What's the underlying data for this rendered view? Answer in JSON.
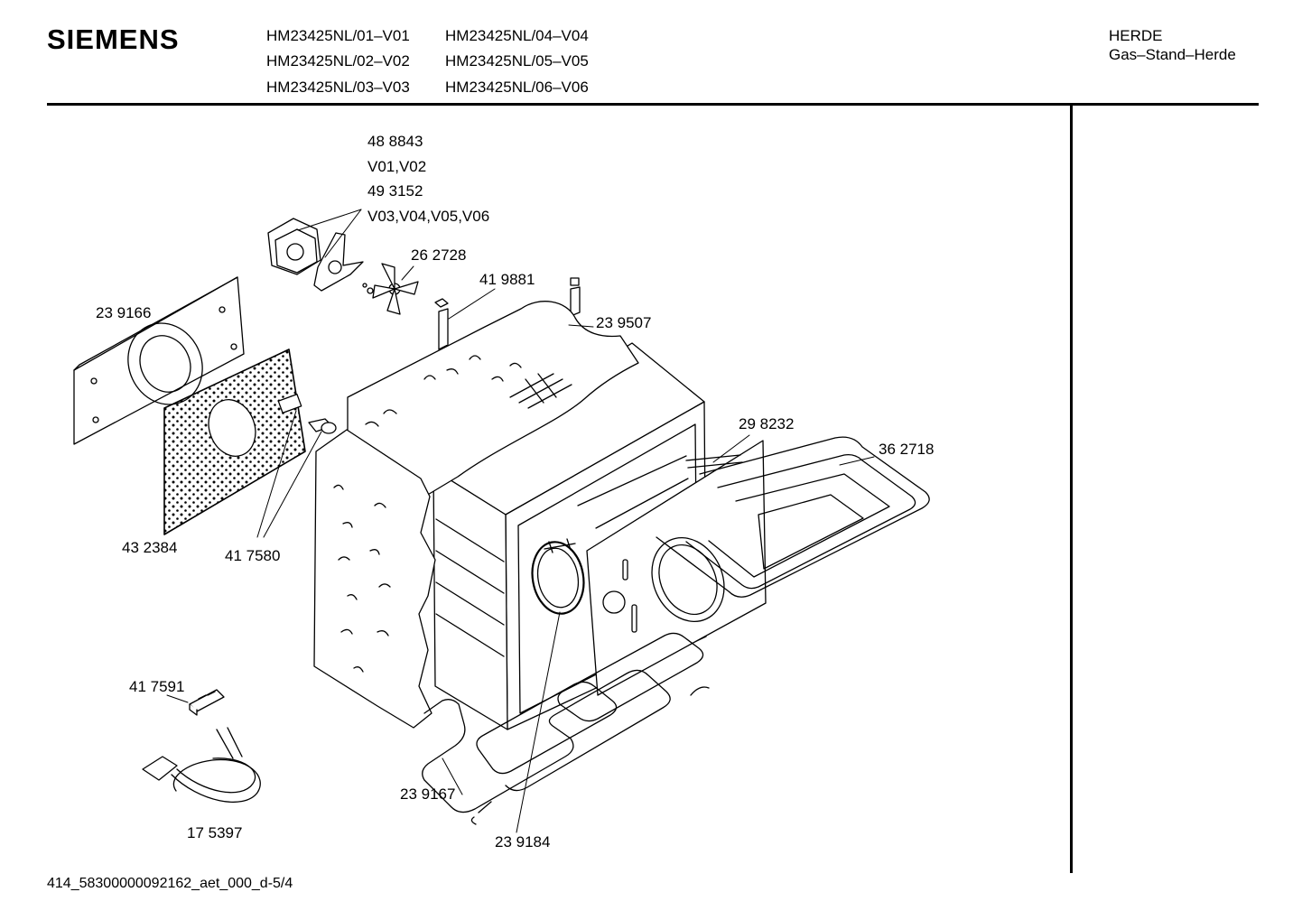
{
  "header": {
    "brand": "SIEMENS",
    "models": [
      "HM23425NL/01–V01",
      "HM23425NL/02–V02",
      "HM23425NL/03–V03",
      "HM23425NL/04–V04",
      "HM23425NL/05–V05",
      "HM23425NL/06–V06"
    ],
    "category": "HERDE",
    "subcategory": "Gas–Stand–Herde"
  },
  "parts": {
    "fan_motor_a": "48 8843",
    "fan_motor_a_variants": "V01,V02",
    "fan_motor_b": "49 3152",
    "fan_motor_b_variants": "V03,V04,V05,V06",
    "fan_blade": "26 2728",
    "sensor": "41 9881",
    "oven_insulation": "23 9507",
    "rear_cover": "23 9166",
    "heater_upper": "29 8232",
    "heater_grill": "36 2718",
    "rear_insulation": "43 2384",
    "lamp": "41 7580",
    "terminal_block": "41 7591",
    "mains_cable": "17 5397",
    "heater_lower": "23 9167",
    "ring_heater": "23 9184"
  },
  "footer": {
    "doc_id": "414_58300000092162_aet_000_d-5/4"
  }
}
